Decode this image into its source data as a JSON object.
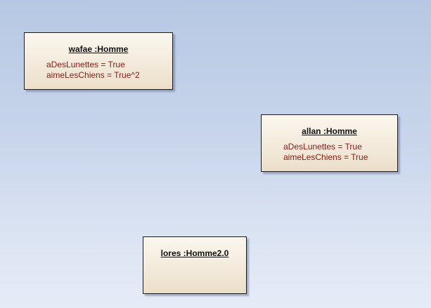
{
  "diagram": {
    "objects": [
      {
        "name": "wafae :Homme",
        "attributes": [
          "aDesLunettes = True",
          "aimeLesChiens = True^2"
        ]
      },
      {
        "name": "allan :Homme",
        "attributes": [
          "aDesLunettes = True",
          "aimeLesChiens = True"
        ]
      },
      {
        "name": "lores :Homme2.0",
        "attributes": []
      }
    ]
  }
}
